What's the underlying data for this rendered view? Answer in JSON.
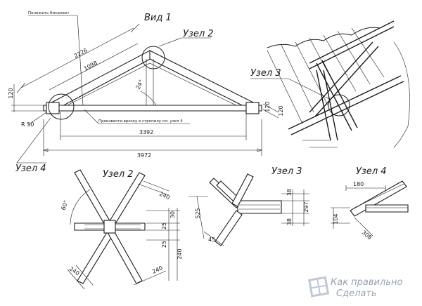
{
  "view": {
    "title": "Вид 1",
    "note_top": "Положить биналеет",
    "note_mid": "Произвести врезку в стропилу см. узел 4",
    "dims": {
      "total": "3972",
      "span": "3392",
      "rafter": "2226",
      "rafter_inner": "1098",
      "height": "120",
      "radius": "R 50",
      "angle": "24°",
      "right_a": "120",
      "right_b": "120"
    }
  },
  "labels": {
    "node2_callout": "Узел 2",
    "node3_callout": "Узел 3",
    "node4_callout": "Узел 4"
  },
  "node2": {
    "title": "Узел 2",
    "dims": [
      "240",
      "60°",
      "30",
      "25",
      "25",
      "240",
      "240",
      "240"
    ]
  },
  "node3": {
    "title": "Узел 3",
    "dims": [
      "525",
      "45",
      "38",
      "297",
      "38"
    ]
  },
  "node4": {
    "title": "Узел 4",
    "dims": [
      "180",
      "104",
      "308"
    ]
  },
  "watermark": {
    "line1": "Как правильно",
    "line2": "Сделать",
    "color": "#8a99aa"
  }
}
